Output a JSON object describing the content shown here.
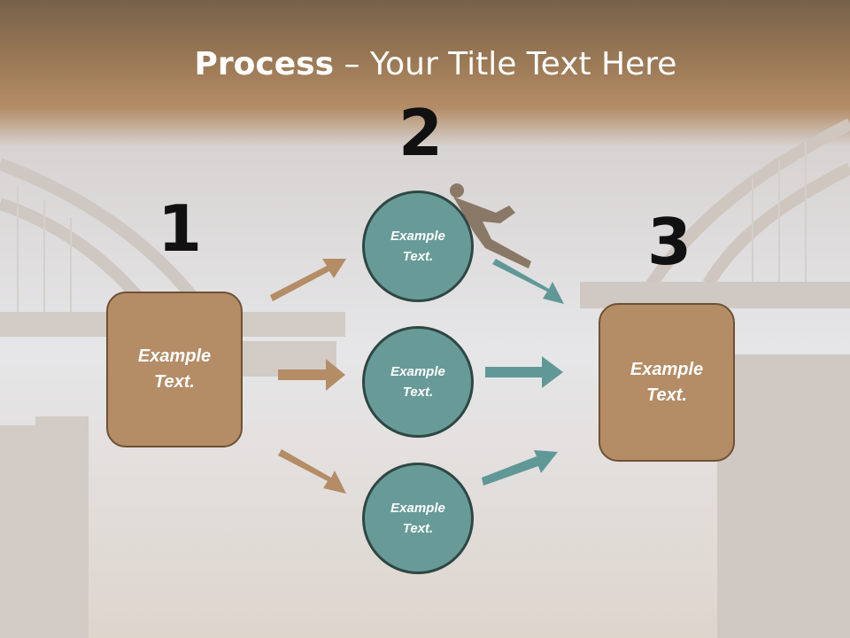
{
  "slide": {
    "title_bold": "Process",
    "title_rest": " – Your Title Text Here"
  },
  "steps": {
    "one": "1",
    "two": "2",
    "three": "3"
  },
  "boxes": {
    "left": "Example\nText.",
    "right": "Example\nText."
  },
  "circles": [
    {
      "text": "Example\nText."
    },
    {
      "text": "Example\nText."
    },
    {
      "text": "Example\nText."
    }
  ],
  "colors": {
    "box_fill": "#b48c66",
    "circle_fill": "#689b98",
    "arrow_tan": "#b48c66",
    "arrow_teal": "#5f9897"
  }
}
